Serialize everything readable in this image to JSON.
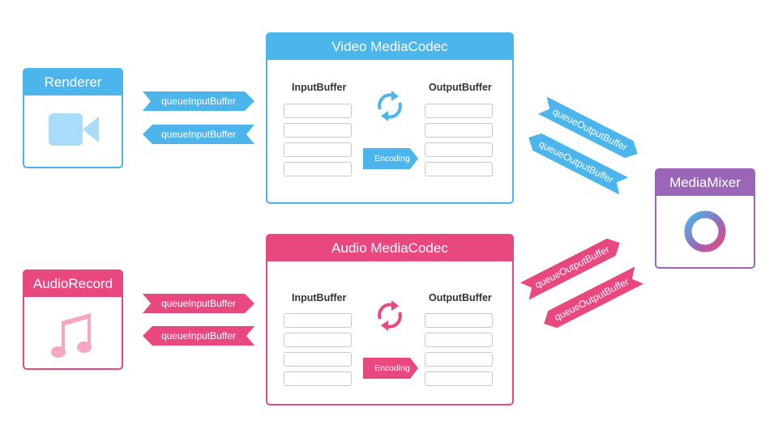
{
  "colors": {
    "blue": "#4cb6ec",
    "pink": "#e8477f",
    "purple": "#9b66b8",
    "slot_border": "#c9c9c9"
  },
  "renderer": {
    "title": "Renderer",
    "icon": "video-camera-icon"
  },
  "audio_record": {
    "title": "AudioRecord",
    "icon": "music-note-icon"
  },
  "media_mixer": {
    "title": "MediaMixer",
    "icon": "ring-icon"
  },
  "video_codec": {
    "title": "Video MediaCodec",
    "input_label": "InputBuffer",
    "output_label": "OutputBuffer",
    "encoding_label": "Encoding",
    "cycle_icon": "refresh-cycle-icon"
  },
  "audio_codec": {
    "title": "Audio MediaCodec",
    "input_label": "InputBuffer",
    "output_label": "OutputBuffer",
    "encoding_label": "Encoding",
    "cycle_icon": "refresh-cycle-icon"
  },
  "arrows": {
    "video_in_1": "queueInputBuffer",
    "video_in_2": "queueInputBuffer",
    "video_out_1": "queueOutputBuffer",
    "video_out_2": "queueOutputBuffer",
    "audio_in_1": "queueInputBuffer",
    "audio_in_2": "queueInputBuffer",
    "audio_out_1": "queueOutputBuffer",
    "audio_out_2": "queueOutputBuffer"
  }
}
